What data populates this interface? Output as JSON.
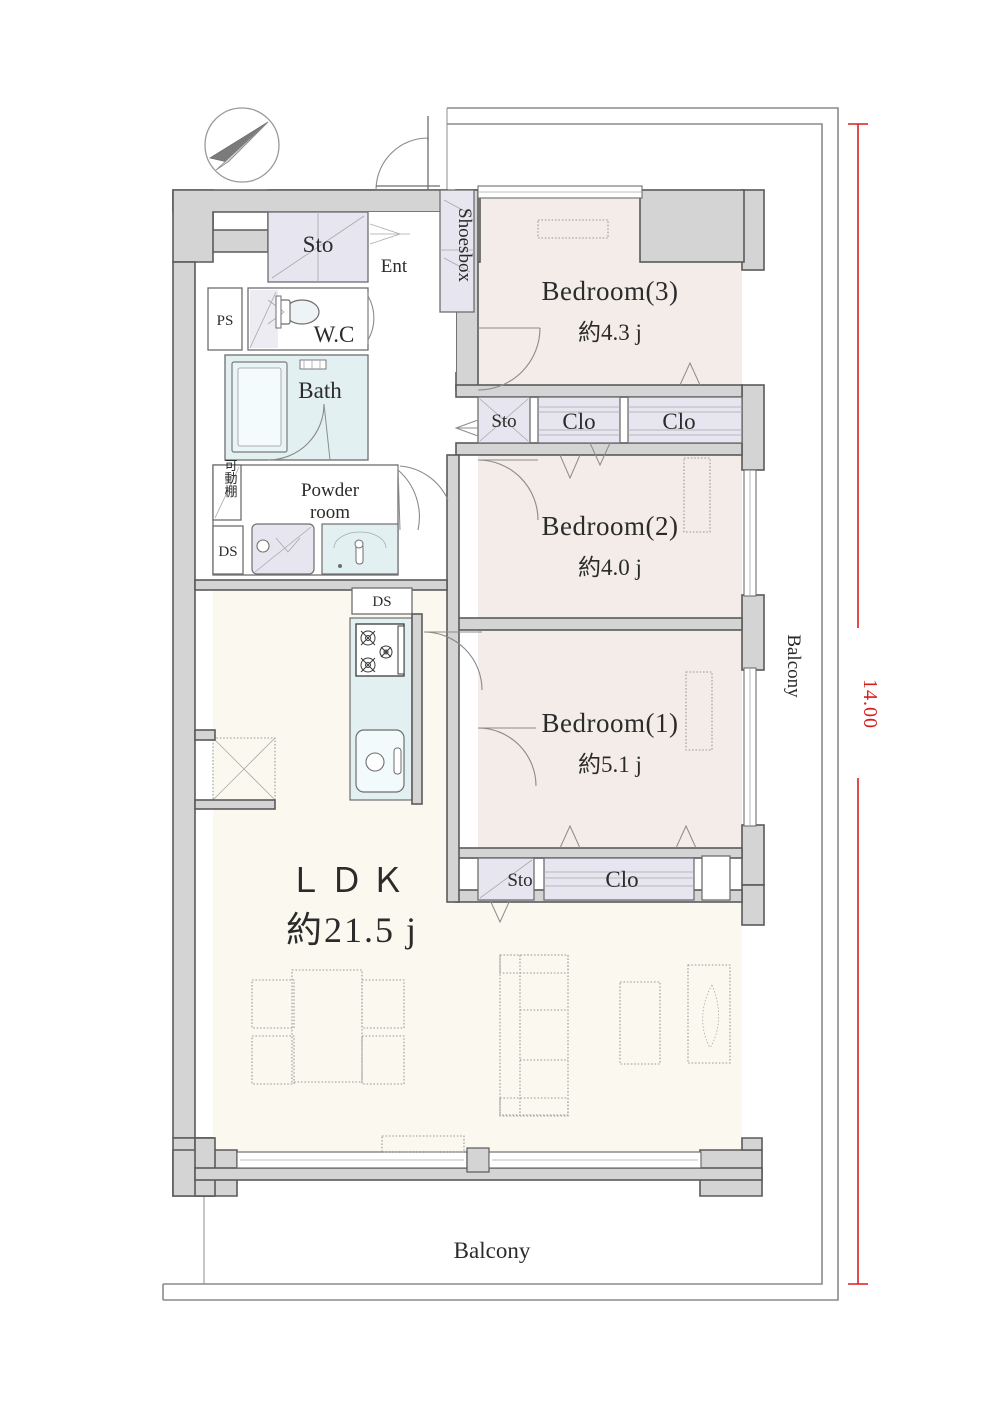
{
  "plan": {
    "title": "Apartment Floor Plan",
    "compass": {
      "name": "north-arrow",
      "direction": "north-west"
    },
    "dimension": {
      "label": "14.00",
      "color": "#d81f1f",
      "orientation": "vertical",
      "side": "right"
    },
    "rooms": [
      {
        "id": "bedroom3",
        "name": "Bedroom(3)",
        "area": "約4.3 j"
      },
      {
        "id": "bedroom2",
        "name": "Bedroom(2)",
        "area": "約4.0 j"
      },
      {
        "id": "bedroom1",
        "name": "Bedroom(1)",
        "area": "約5.1 j"
      },
      {
        "id": "ldk",
        "name": "ＬＤＫ",
        "area": "約21.5 j"
      }
    ],
    "spaces": {
      "sto_entry": "Sto",
      "ent": "Ent",
      "shoesbox": "Shoesbox",
      "ps": "PS",
      "wc": "W.C",
      "bath": "Bath",
      "powder_room_line1": "Powder",
      "powder_room_line2": "room",
      "movable_shelf": "可動棚",
      "ds_left": "DS",
      "ds_kitchen": "DS",
      "sto_bed3": "Sto",
      "clo_bed3_a": "Clo",
      "clo_bed3_b": "Clo",
      "sto_bed1": "Sto",
      "clo_bed1": "Clo"
    },
    "balcony_right": "Balcony",
    "balcony_bottom": "Balcony"
  }
}
